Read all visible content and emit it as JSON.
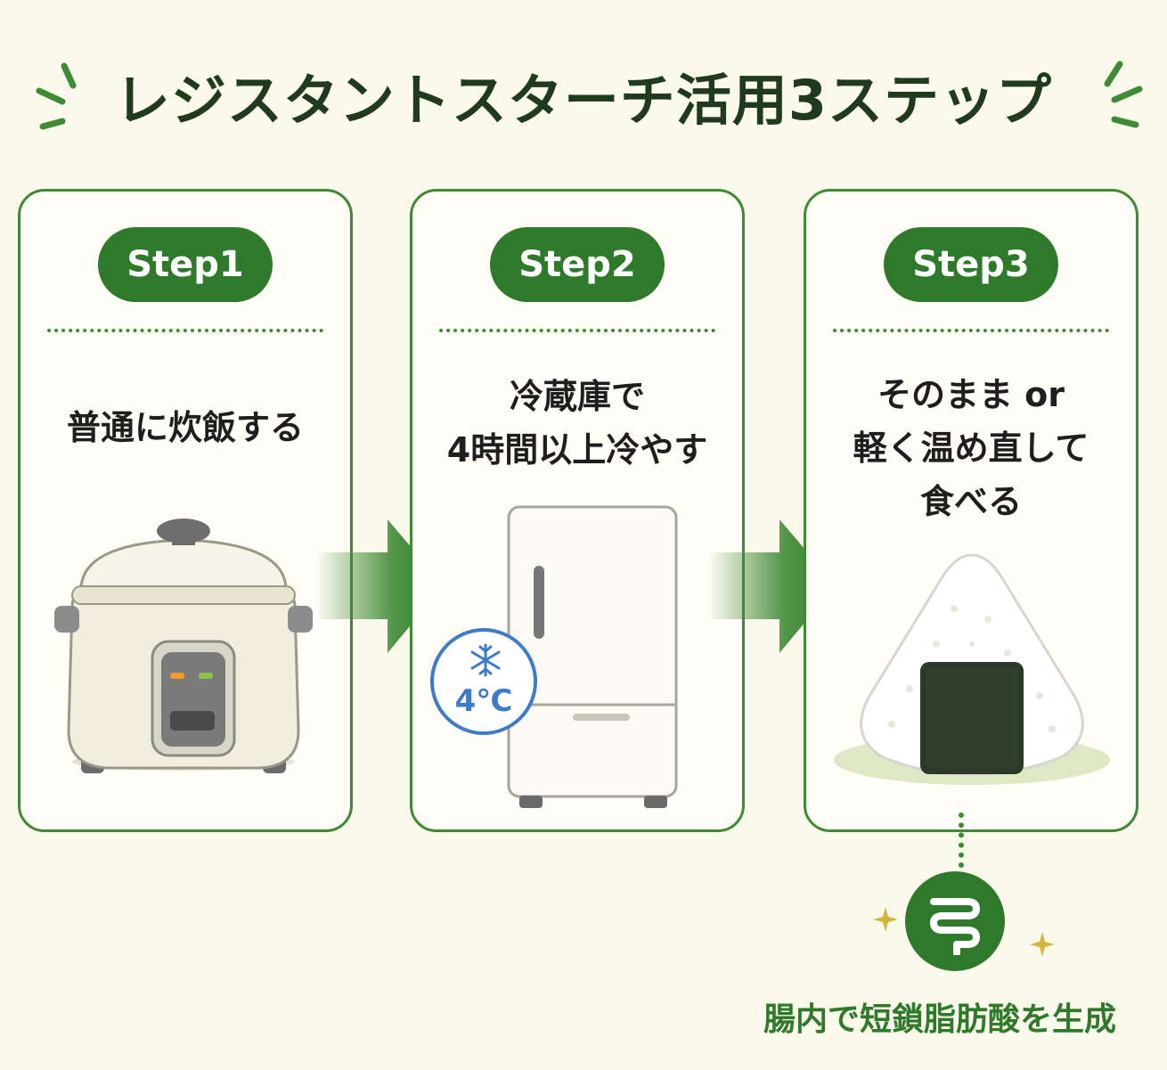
{
  "title": "レジスタントスターチ活用3ステップ",
  "colors": {
    "accent": "#2f7a2a",
    "background": "#fbf8ec",
    "card_border": "#3f8a35"
  },
  "steps": [
    {
      "label": "Step1",
      "lines": [
        "普通に炊飯する"
      ],
      "illustration": "rice-cooker-icon"
    },
    {
      "label": "Step2",
      "lines": [
        "冷蔵庫で",
        "4時間以上冷やす"
      ],
      "illustration": "refrigerator-icon",
      "badge": "4℃"
    },
    {
      "label": "Step3",
      "lines": [
        "そのまま or",
        "軽く温め直して",
        "食べる"
      ],
      "illustration": "onigiri-icon"
    }
  ],
  "result": {
    "icon": "intestine-icon",
    "label": "腸内で短鎖脂肪酸を生成"
  }
}
